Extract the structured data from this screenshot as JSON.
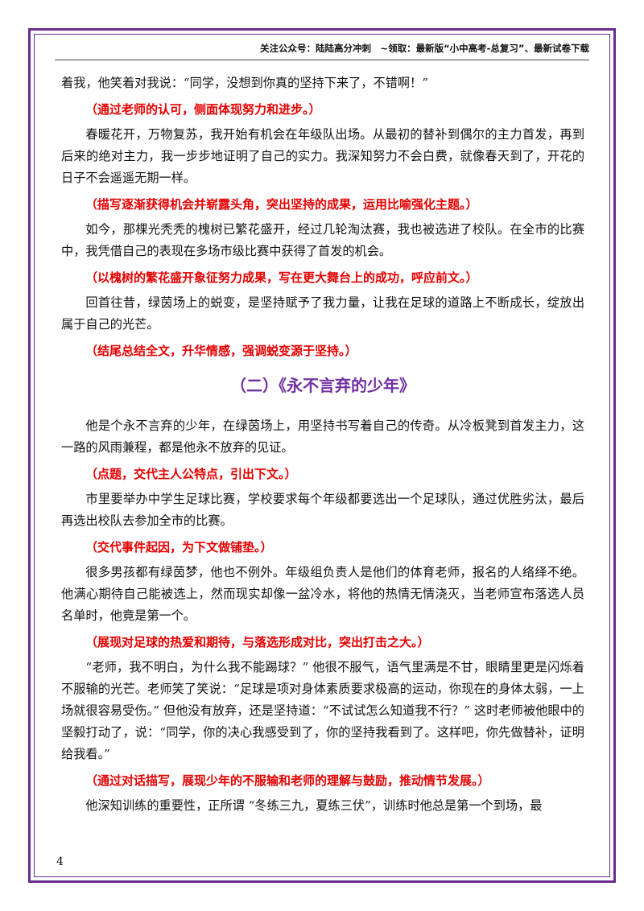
{
  "header": {
    "text": "关注公众号：陆陆高分冲刺　~领取：最新版“小中高考-总复习”、最新试卷下载"
  },
  "blocks": [
    {
      "type": "p",
      "noindent": true,
      "text": "着我，他笑着对我说：“同学，没想到你真的坚持下来了，不错啊！”"
    },
    {
      "type": "note",
      "text": "（通过老师的认可，侧面体现努力和进步。）"
    },
    {
      "type": "p",
      "text": "春暖花开，万物复苏，我开始有机会在年级队出场。从最初的替补到偶尔的主力首发，再到后来的绝对主力，我一步步地证明了自己的实力。我深知努力不会白费，就像春天到了，开花的日子不会遥遥无期一样。"
    },
    {
      "type": "note",
      "text": "（描写逐渐获得机会并崭露头角，突出坚持的成果，运用比喻强化主题。）"
    },
    {
      "type": "p",
      "text": "如今，那棵光秃秃的槐树已繁花盛开，经过几轮淘汰赛，我也被选进了校队。在全市的比赛中，我凭借自己的表现在多场市级比赛中获得了首发的机会。"
    },
    {
      "type": "note",
      "text": "（以槐树的繁花盛开象征努力成果，写在更大舞台上的成功，呼应前文。）"
    },
    {
      "type": "p",
      "text": "回首往昔，绿茵场上的蜕变，是坚持赋予了我力量，让我在足球的道路上不断成长，绽放出属于自己的光芒。"
    },
    {
      "type": "note",
      "text": "（结尾总结全文，升华情感，强调蜕变源于坚持。）"
    },
    {
      "type": "title",
      "text": "（二）《永不言弃的少年》"
    },
    {
      "type": "p",
      "text": "他是个永不言弃的少年，在绿茵场上，用坚持书写着自己的传奇。从冷板凳到首发主力，这一路的风雨兼程，都是他永不放弃的见证。"
    },
    {
      "type": "note",
      "text": "（点题，交代主人公特点，引出下文。）"
    },
    {
      "type": "p",
      "text": "市里要举办中学生足球比赛，学校要求每个年级都要选出一个足球队，通过优胜劣汰，最后再选出校队去参加全市的比赛。"
    },
    {
      "type": "note",
      "text": "（交代事件起因，为下文做铺垫。）"
    },
    {
      "type": "p",
      "text": "很多男孩都有绿茵梦，他也不例外。年级组负责人是他们的体育老师，报名的人络绎不绝。他满心期待自己能被选上，然而现实却像一盆冷水，将他的热情无情浇灭，当老师宣布落选人员名单时，他竟是第一个。"
    },
    {
      "type": "note",
      "text": "（展现对足球的热爱和期待，与落选形成对比，突出打击之大。）"
    },
    {
      "type": "p",
      "text": "“老师，我不明白，为什么我不能踢球？” 他很不服气，语气里满是不甘，眼睛里更是闪烁着不服输的光芒。老师笑了笑说：“足球是项对身体素质要求极高的运动，你现在的身体太弱，一上场就很容易受伤。” 但他没有放弃，还是坚持道：“不试试怎么知道我不行？” 这时老师被他眼中的坚毅打动了，说：“同学，你的决心我感受到了，你的坚持我看到了。这样吧，你先做替补，证明给我看。”"
    },
    {
      "type": "note",
      "text": "（通过对话描写，展现少年的不服输和老师的理解与鼓励，推动情节发展。）"
    },
    {
      "type": "p",
      "text": "他深知训练的重要性，正所谓 “冬练三九，夏练三伏”，训练时他总是第一个到场，最"
    }
  ],
  "page_number": "4",
  "colors": {
    "frame": "#6a2c91",
    "note": "#e60000",
    "title": "#7030a0"
  }
}
